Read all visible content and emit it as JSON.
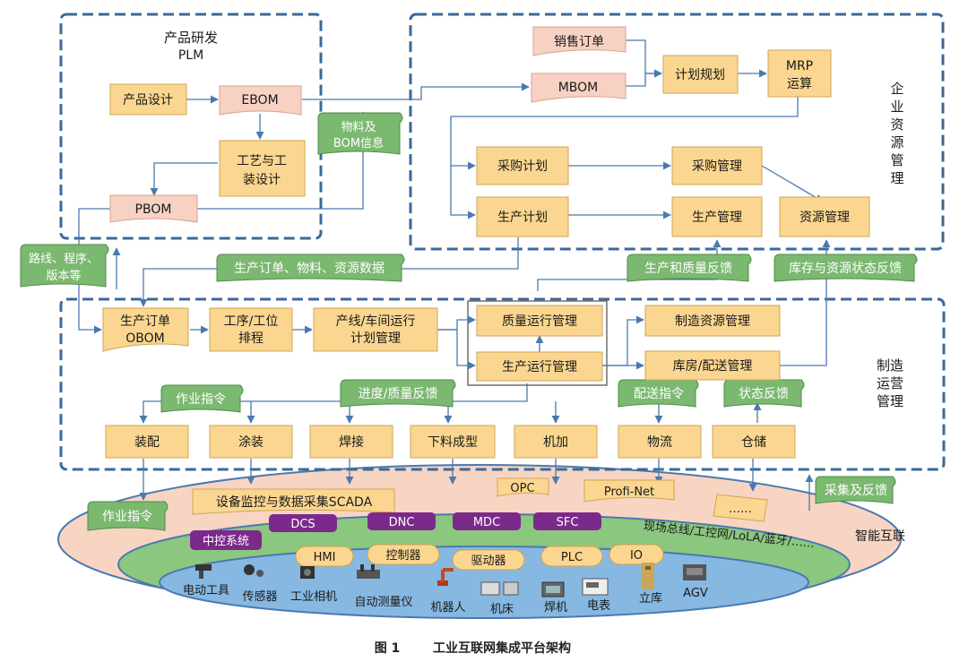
{
  "plm": {
    "title_line1": "产品研发",
    "title_line2": "PLM",
    "product_design": "产品设计",
    "ebom": "EBOM",
    "process_line1": "工艺与工",
    "process_line2": "装设计",
    "pbom": "PBOM"
  },
  "erp": {
    "title_chars": [
      "企",
      "业",
      "资",
      "源",
      "管",
      "理"
    ],
    "sales_order": "销售订单",
    "mbom": "MBOM",
    "planning": "计划规划",
    "mrp_line1": "MRP",
    "mrp_line2": "运算",
    "purchase_plan": "采购计划",
    "purchase_mgmt": "采购管理",
    "production_plan": "生产计划",
    "production_mgmt": "生产管理",
    "resource_mgmt": "资源管理"
  },
  "flags": {
    "material_bom_line1": "物料及",
    "material_bom_line2": "BOM信息",
    "route_line1": "路线、程序、",
    "route_line2": "版本等",
    "order_data": "生产订单、物料、资源数据",
    "prod_quality_fb": "生产和质量反馈",
    "inventory_fb": "库存与资源状态反馈",
    "work_instr": "作业指令",
    "progress_fb": "进度/质量反馈",
    "delivery_instr": "配送指令",
    "status_fb": "状态反馈",
    "work_instr_bottom": "作业指令",
    "collect_fb": "采集及反馈"
  },
  "mom": {
    "title_line1": "制造",
    "title_line2": "运营",
    "title_line3": "管理",
    "obom_line1": "生产订单",
    "obom_line2": "OBOM",
    "sched_line1": "工序/工位",
    "sched_line2": "排程",
    "plan_line1": "产线/车间运行",
    "plan_line2": "计划管理",
    "quality_ops": "质量运行管理",
    "prod_ops": "生产运行管理",
    "mfg_resource": "制造资源管理",
    "warehouse": "库房/配送管理",
    "assembly": "装配",
    "painting": "涂装",
    "welding": "焊接",
    "blanking": "下料成型",
    "machining": "机加",
    "logistics": "物流",
    "storage": "仓储"
  },
  "iot": {
    "scada": "设备监控与数据采集SCADA",
    "opc": "OPC",
    "profinet": "Profi-Net",
    "ellipsis": "……",
    "smart_interconnect": "智能互联",
    "central_control": "中控系统",
    "systems": [
      "DCS",
      "DNC",
      "MDC",
      "SFC"
    ],
    "fieldbus": "现场总线/工控网/LoLA/蓝牙/……",
    "clouds": [
      "HMI",
      "控制器",
      "驱动器",
      "PLC",
      "IO"
    ],
    "devices": [
      "电动工具",
      "传感器",
      "工业相机",
      "自动测量仪",
      "机器人",
      "机床",
      "焊机",
      "电表",
      "立库",
      "AGV"
    ]
  },
  "caption": {
    "label": "图 1",
    "text": "工业互联网集成平台架构"
  },
  "colors": {
    "box_yellow": "#fbd690",
    "box_pink": "#f7d2c3",
    "flag_green": "#7bb870",
    "purple": "#7b2a8c",
    "dashed_border": "#3a6a98",
    "arrow": "#4a79b0"
  }
}
